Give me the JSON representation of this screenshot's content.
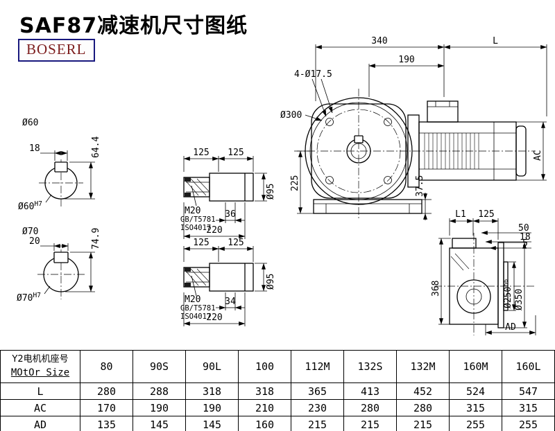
{
  "page": {
    "title": "SAF87减速机尺寸图纸",
    "logo": "BOSERL"
  },
  "front_view": {
    "dim_340": "340",
    "dim_L": "L",
    "dim_190": "190",
    "flange_holes": "4-Ø17.5",
    "flange_dia": "Ø300",
    "dim_225": "225",
    "dim_37_5": "37.5",
    "dim_AC": "AC"
  },
  "side_view": {
    "dim_L1": "L1",
    "dim_125": "125",
    "dim_50": "50",
    "dim_18": "18",
    "dim_5": "5",
    "dim_368": "368",
    "spigot_dia": "Ø250",
    "spigot_tol": "h6",
    "flange_dia": "Ø350",
    "dim_AD": "AD"
  },
  "shaft_section_1": {
    "dia": "Ø60",
    "dim_key_width": "18",
    "dim_height": "64.4",
    "bore": "Ø60",
    "bore_tol": "H7"
  },
  "shaft_section_2": {
    "dia": "Ø70",
    "dim_key_width": "20",
    "dim_height": "74.9",
    "bore": "Ø70",
    "bore_tol": "H7"
  },
  "shaft_view_1": {
    "dim_125a": "125",
    "dim_125b": "125",
    "thread": "M20",
    "std_gb": "GB/T5781",
    "std_iso": "ISO4017",
    "dim_end": "36",
    "dim_220": "220",
    "dia": "Ø95"
  },
  "shaft_view_2": {
    "dim_125a": "125",
    "dim_125b": "125",
    "thread": "M20",
    "std_gb": "GB/T5781",
    "std_iso": "ISO4017",
    "dim_end": "34",
    "dim_220": "220",
    "dia": "Ø95"
  },
  "table": {
    "header_motor_cn": "Y2电机机座号",
    "header_motor_en": "MOtOr Size",
    "sizes": [
      "80",
      "90S",
      "90L",
      "100",
      "112M",
      "132S",
      "132M",
      "160M",
      "160L"
    ],
    "rows": [
      {
        "label": "L",
        "values": [
          "280",
          "288",
          "318",
          "318",
          "365",
          "413",
          "452",
          "524",
          "547"
        ]
      },
      {
        "label": "AC",
        "values": [
          "170",
          "190",
          "190",
          "210",
          "230",
          "280",
          "280",
          "315",
          "315"
        ]
      },
      {
        "label": "AD",
        "values": [
          "135",
          "145",
          "145",
          "160",
          "215",
          "215",
          "215",
          "255",
          "255"
        ]
      }
    ]
  },
  "colors": {
    "line": "#000000",
    "logo_border": "#18187e",
    "logo_text": "#7c1c1c"
  }
}
